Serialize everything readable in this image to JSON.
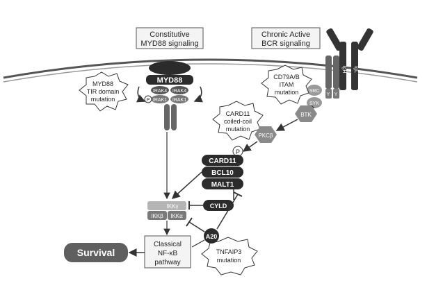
{
  "labels": {
    "constitutive": [
      "Constitutive",
      "MYD88 signaling"
    ],
    "chronic": [
      "Chronic Active",
      "BCR signaling"
    ],
    "myd88": "MYD88",
    "irak4_left": "IRAK4",
    "irak4_right": "IRAK4",
    "irak1_left": "IRAK1",
    "irak1_right": "IRAK1",
    "irak_phos": "P",
    "myd88_tir_mut": [
      "MYD88",
      "TIR domain",
      "mutation"
    ],
    "cd79_mut": [
      "CD79A/B",
      "ITAM",
      "mutation"
    ],
    "card11_mut": [
      "CARD11",
      "coiled-coil",
      "mutation"
    ],
    "tnfaip3_mut": [
      "TNFAIP3",
      "mutation"
    ],
    "btk": "BTK",
    "pkcb": "PKCβ",
    "phos": "P",
    "card11": "CARD11",
    "bcl10": "BCL10",
    "malt1": "MALT1",
    "cyld": "CYLD",
    "a20": "A20",
    "ikkg": "IKKγ",
    "ikkb": "IKKβ",
    "ikka": "IKKα",
    "classical": [
      "Classical",
      "NF-κB",
      "pathway"
    ],
    "survival": "Survival",
    "syk": "SYK",
    "src": "SRC",
    "itam_y": "Y",
    "bcr_chain_left": "IgH",
    "bcr_chain_right": "IgL"
  },
  "colors": {
    "dark": "#2b2b2b",
    "mid": "#6e6e6e",
    "light_gray": "#b5b5b5",
    "survival_fill": "#5f5f5f"
  }
}
